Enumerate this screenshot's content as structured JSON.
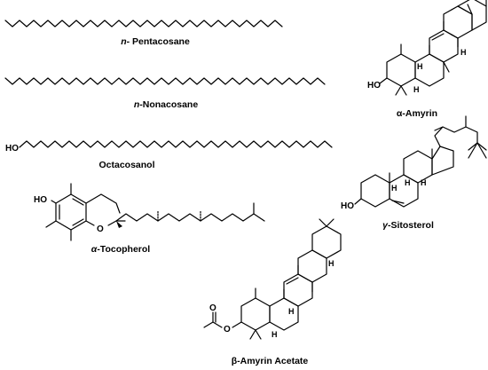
{
  "compounds": {
    "pentacosane": {
      "prefix": "n",
      "rest": "- Pentacosane"
    },
    "nonacosane": {
      "prefix": "n",
      "rest": "-Nonacosane"
    },
    "octacosanol": {
      "name": "Octacosanol",
      "atom": "HO"
    },
    "tocopherol": {
      "greek": "α",
      "rest": "-Tocopherol",
      "atom_oh": "HO",
      "atom_o": "O"
    },
    "alpha_amyrin": {
      "name": "α-Amyrin",
      "atom": "HO",
      "stereo_h": "H"
    },
    "sitosterol": {
      "greek": "γ",
      "rest": "-Sitosterol",
      "atom": "HO",
      "stereo_h": "H"
    },
    "beta_amyrin_acetate": {
      "name": "β-Amyrin Acetate",
      "atom_o1": "O",
      "atom_o2": "O",
      "stereo_h": "H"
    }
  }
}
